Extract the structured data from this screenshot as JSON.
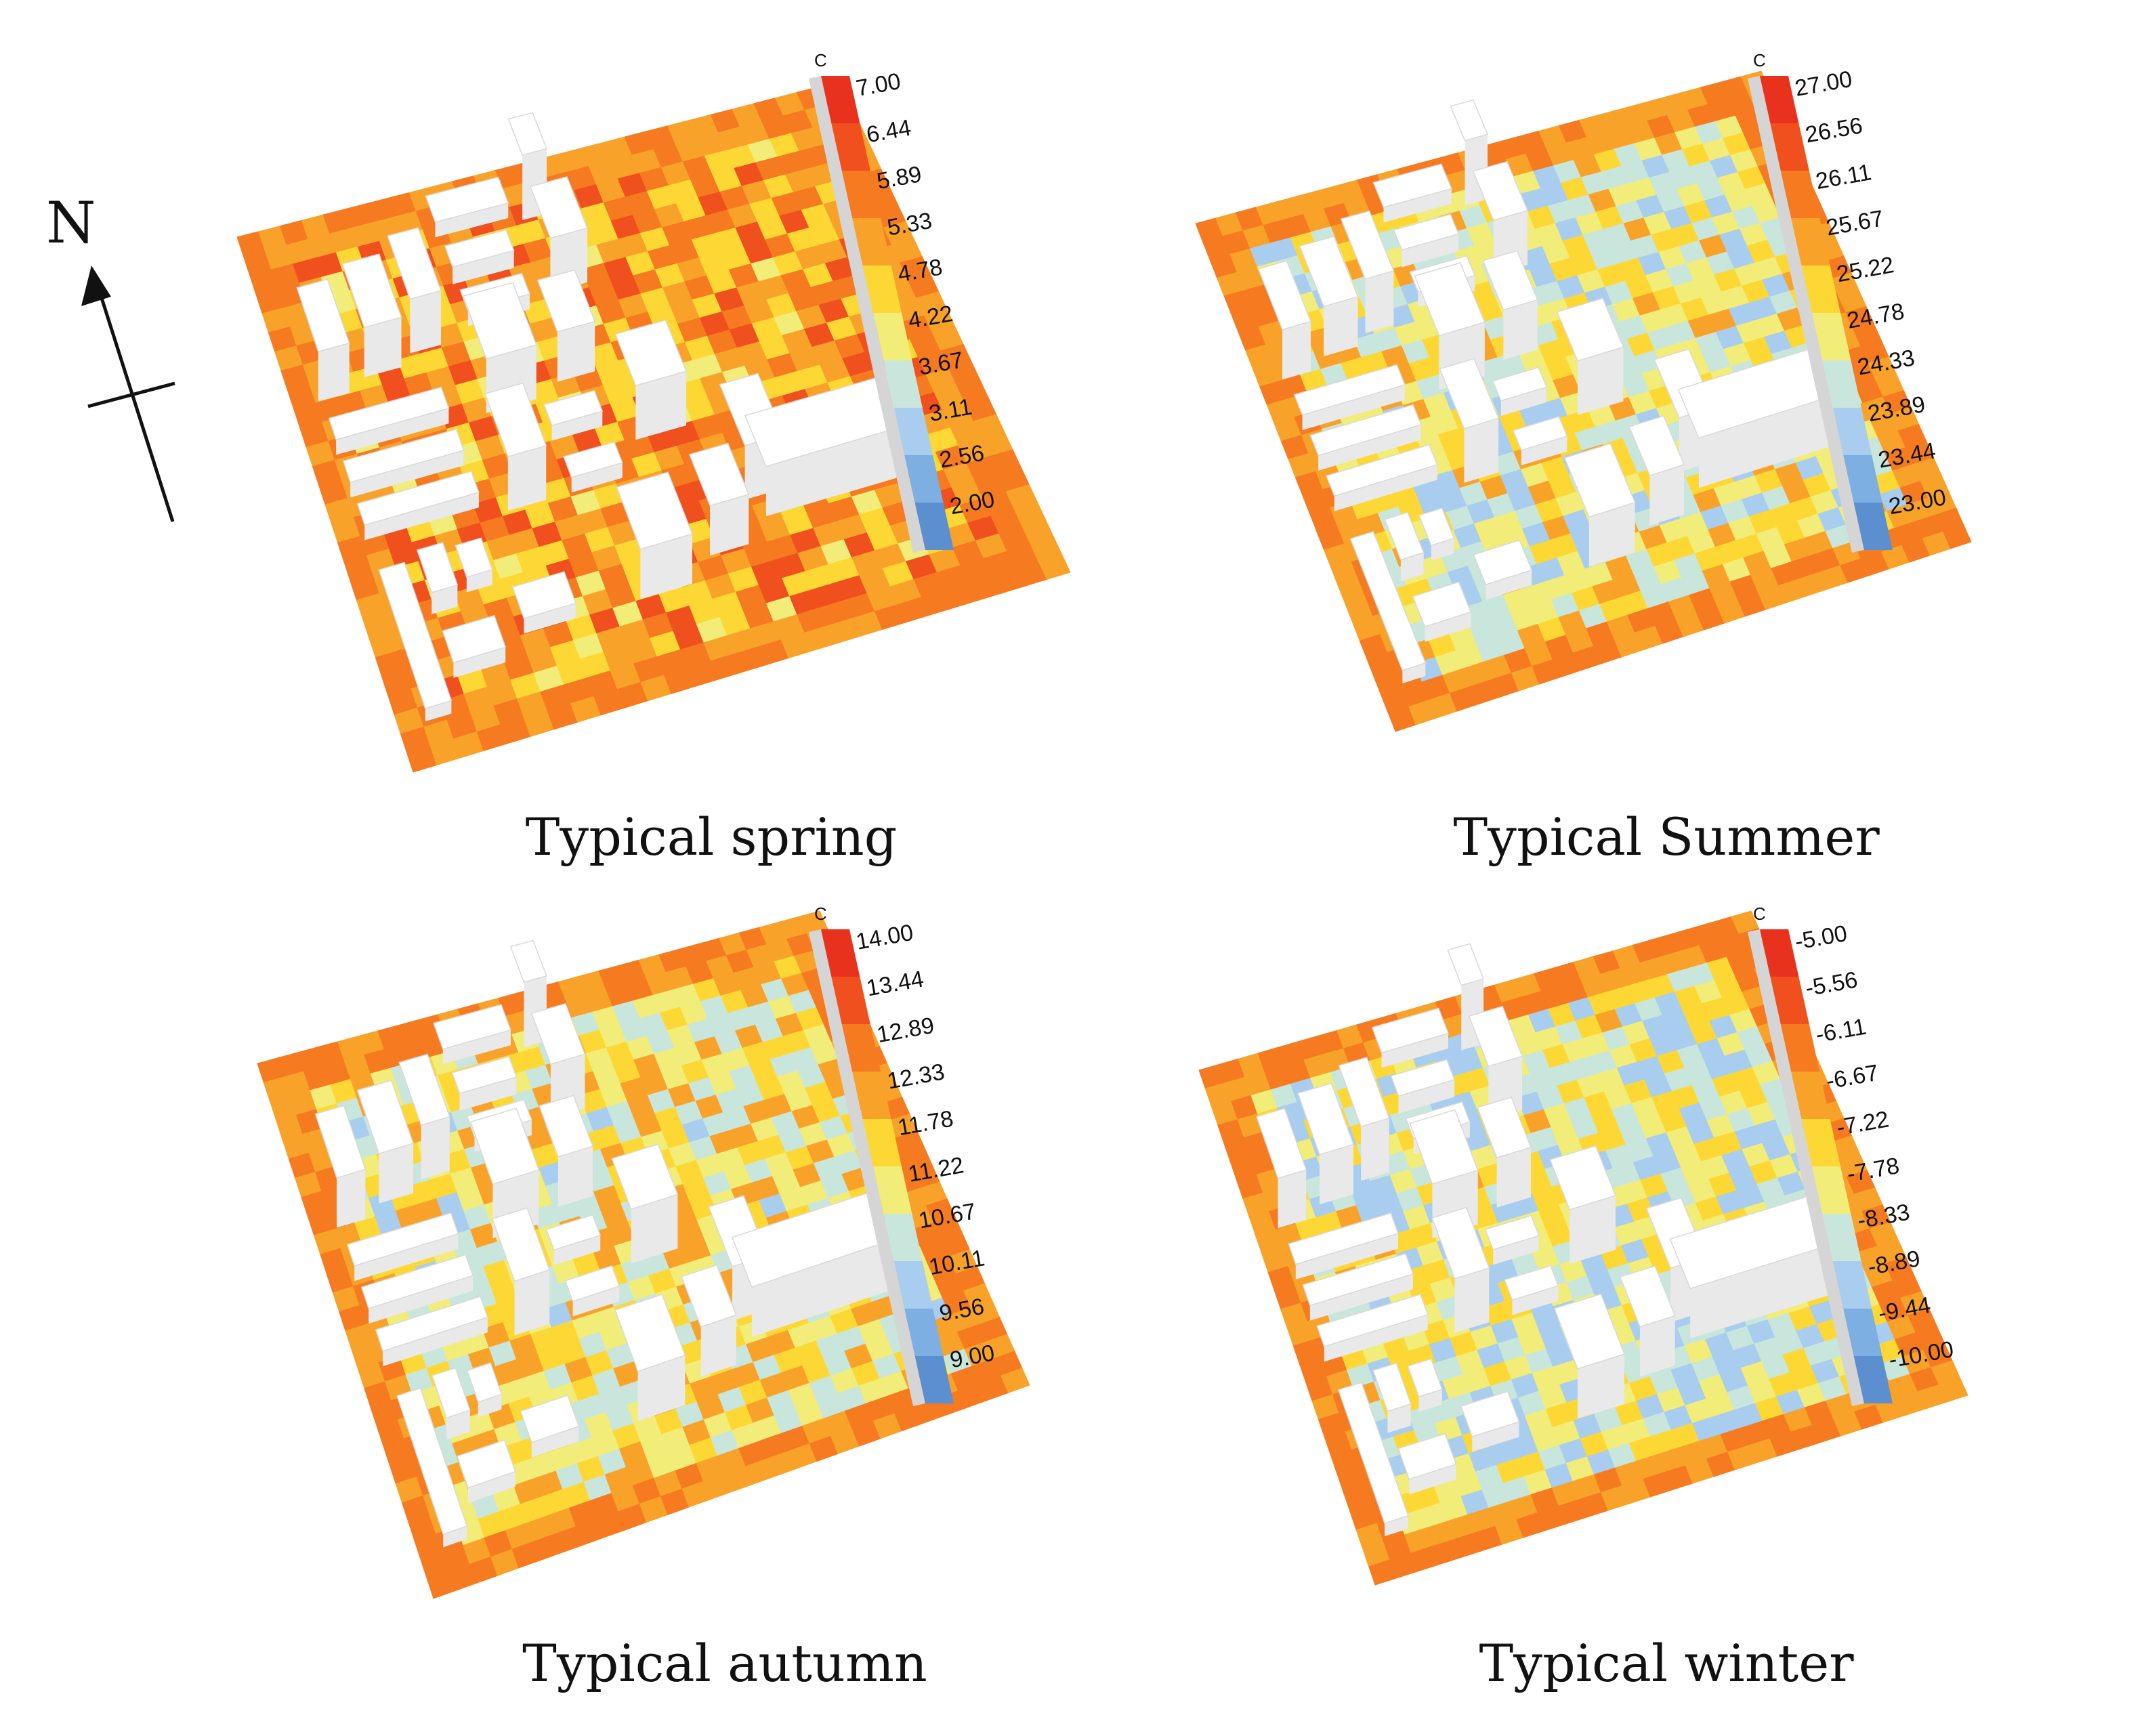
{
  "north_arrow": {
    "label": "N"
  },
  "panels": [
    {
      "caption": "Typical spring",
      "legend": {
        "unit": "C",
        "ticks": [
          "7.00",
          "6.44",
          "5.89",
          "5.33",
          "4.78",
          "4.22",
          "3.67",
          "3.11",
          "2.56",
          "2.00"
        ]
      }
    },
    {
      "caption": "Typical Summer",
      "legend": {
        "unit": "C",
        "ticks": [
          "27.00",
          "26.56",
          "26.11",
          "25.67",
          "25.22",
          "24.78",
          "24.33",
          "23.89",
          "23.44",
          "23.00"
        ]
      }
    },
    {
      "caption": "Typical autumn",
      "legend": {
        "unit": "C",
        "ticks": [
          "14.00",
          "13.44",
          "12.89",
          "12.33",
          "11.78",
          "11.22",
          "10.67",
          "10.11",
          "9.56",
          "9.00"
        ]
      }
    },
    {
      "caption": "Typical winter",
      "legend": {
        "unit": "C",
        "ticks": [
          "-5.00",
          "-5.56",
          "-6.11",
          "-6.67",
          "-7.22",
          "-7.78",
          "-8.33",
          "-8.89",
          "-9.44",
          "-10.00"
        ]
      }
    }
  ],
  "colors": {
    "scale": [
      "#e8321e",
      "#f0501e",
      "#f57a20",
      "#f9a22a",
      "#fdd835",
      "#f2ec78",
      "#c9e6dc",
      "#a8cdee",
      "#7eafe3",
      "#5b8fd0",
      "#3d6eb8"
    ]
  }
}
